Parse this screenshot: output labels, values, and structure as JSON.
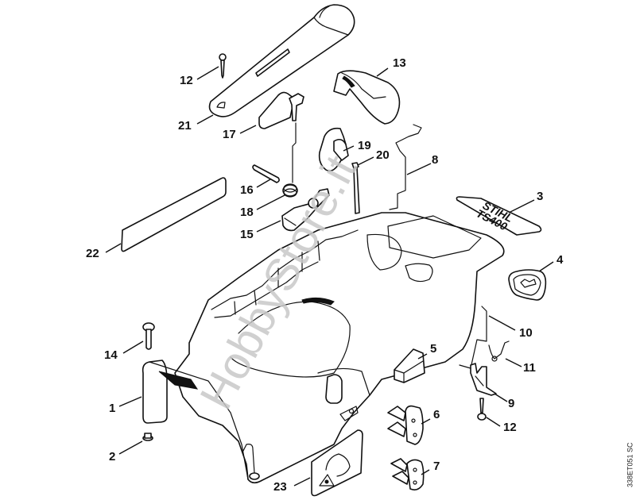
{
  "diagram": {
    "title": "STIHL TS400 shroud exploded parts diagram",
    "drawing_code": "338ET051 SC",
    "watermark": "HobbyStore.it",
    "decal_label_line1": "STIHL",
    "decal_label_line2": "TS400",
    "callouts": [
      {
        "id": "12a",
        "label": "12",
        "part": "screw"
      },
      {
        "id": "21",
        "label": "21",
        "part": "handle-cover"
      },
      {
        "id": "17",
        "label": "17",
        "part": "throttle-lever"
      },
      {
        "id": "13",
        "label": "13",
        "part": "cover-cap"
      },
      {
        "id": "19",
        "label": "19",
        "part": "lever-housing"
      },
      {
        "id": "20",
        "label": "20",
        "part": "rod"
      },
      {
        "id": "8",
        "label": "8",
        "part": "wire-bracket"
      },
      {
        "id": "16",
        "label": "16",
        "part": "pin"
      },
      {
        "id": "18",
        "label": "18",
        "part": "torsion-spring"
      },
      {
        "id": "15",
        "label": "15",
        "part": "interlock-lever"
      },
      {
        "id": "3",
        "label": "3",
        "part": "model-decal"
      },
      {
        "id": "22",
        "label": "22",
        "part": "label-strip"
      },
      {
        "id": "4",
        "label": "4",
        "part": "grommet"
      },
      {
        "id": "10",
        "label": "10",
        "part": "spring-wire"
      },
      {
        "id": "14",
        "label": "14",
        "part": "socket-screw"
      },
      {
        "id": "5",
        "label": "5",
        "part": "buffer-block"
      },
      {
        "id": "11",
        "label": "11",
        "part": "small-spring"
      },
      {
        "id": "9",
        "label": "9",
        "part": "clip-holder"
      },
      {
        "id": "1",
        "label": "1",
        "part": "shroud"
      },
      {
        "id": "6",
        "label": "6",
        "part": "switch-plug-a"
      },
      {
        "id": "12b",
        "label": "12",
        "part": "screw"
      },
      {
        "id": "2",
        "label": "2",
        "part": "sleeve"
      },
      {
        "id": "7",
        "label": "7",
        "part": "switch-plug-b"
      },
      {
        "id": "23",
        "label": "23",
        "part": "warning-decal"
      }
    ]
  }
}
